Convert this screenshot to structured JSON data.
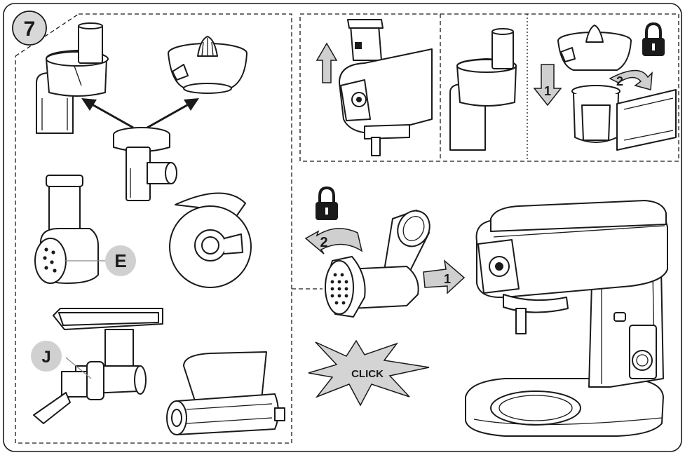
{
  "step": {
    "number": "7"
  },
  "labels": {
    "e": "E",
    "j": "J",
    "click": "CLICK",
    "arrow_1_top": "1",
    "arrow_2_top": "2",
    "arrow_1_mid": "1",
    "arrow_2_mid": "2"
  },
  "icons": [
    "lock-icon",
    "lock-icon",
    "up-arrow-icon",
    "down-arrow-icon",
    "rotate-arrow-icon",
    "push-arrow-icon",
    "click-burst-icon"
  ],
  "colors": {
    "line": "#1a1a1a",
    "label_circle": "#d0d0d0",
    "arrow_fill": "#d4d4d4"
  }
}
